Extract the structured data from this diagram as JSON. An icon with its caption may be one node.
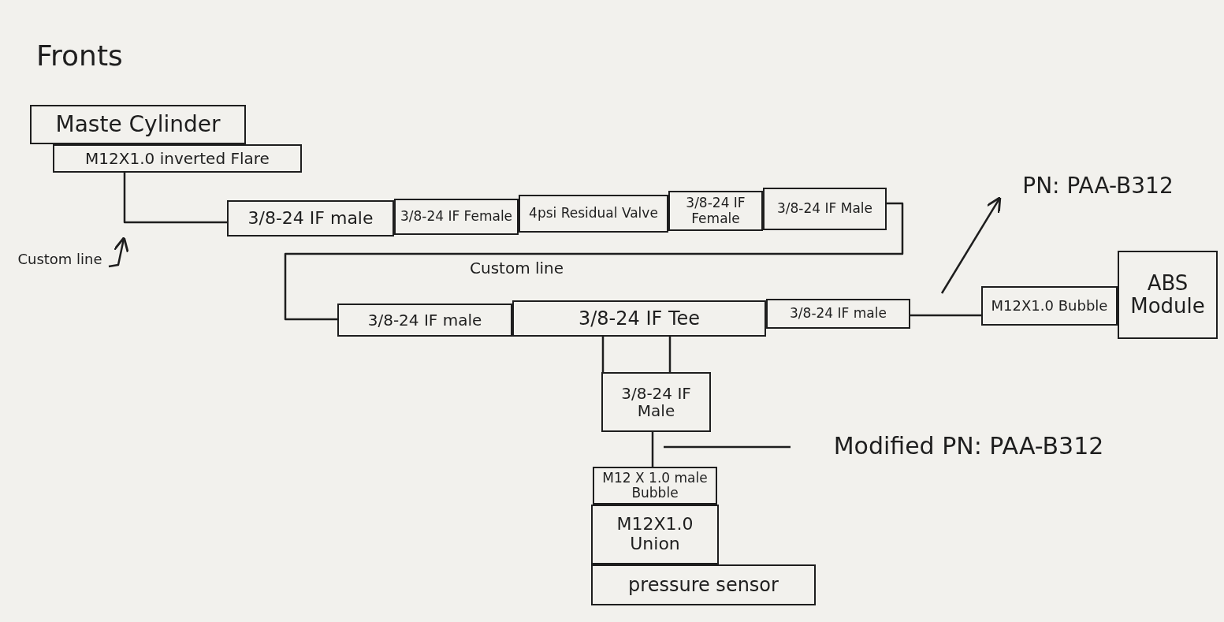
{
  "diagram": {
    "title": "Fronts",
    "nodes": [
      {
        "text": [
          "Maste Cylinder"
        ]
      },
      {
        "text": [
          "M12X1.0 inverted Flare"
        ]
      },
      {
        "text": [
          "PN: PAA-B312"
        ]
      },
      {
        "text": [
          "3/8-24 IF male"
        ]
      },
      {
        "text": [
          "3/8-24 IF Female"
        ]
      },
      {
        "text": [
          "4psi Residual Valve"
        ]
      },
      {
        "text": [
          "3/8-24 IF Female"
        ]
      },
      {
        "text": [
          "3/8-24 IF Male"
        ]
      },
      {
        "text": [
          "Custom line"
        ]
      },
      {
        "text": [
          "3/8-24 IF male"
        ]
      },
      {
        "text": [
          "3/8-24 IF Tee"
        ]
      },
      {
        "text": [
          "3/8-24 IF male"
        ]
      },
      {
        "text": [
          "M12X1.0 Bubble"
        ]
      },
      {
        "text": [
          "ABS Module"
        ]
      },
      {
        "text": [
          "3/8-24 IF Male"
        ]
      },
      {
        "text": [
          "Modified PN: PAA-B312"
        ]
      },
      {
        "text": [
          "M12 X 1.0 male Bubble"
        ]
      },
      {
        "text": [
          "M12X1.0 Union"
        ]
      },
      {
        "text": [
          "pressure sensor"
        ]
      }
    ],
    "edges": [
      {
        "from": 1,
        "to": 3,
        "arrow": "none"
      },
      {
        "from": 8,
        "to": null,
        "arrow": "to"
      },
      {
        "from": 7,
        "to": 9,
        "arrow": "none",
        "label": "Custom line"
      },
      {
        "from": 11,
        "to": 12,
        "arrow": "none"
      },
      {
        "from": null,
        "to": 2,
        "arrow": "to"
      },
      {
        "from": 10,
        "to": 14,
        "arrow": "none"
      },
      {
        "from": 10,
        "to": 14,
        "arrow": "none"
      },
      {
        "from": 14,
        "to": 16,
        "arrow": "none"
      },
      {
        "from": 15,
        "to": null,
        "arrow": "none"
      }
    ]
  }
}
